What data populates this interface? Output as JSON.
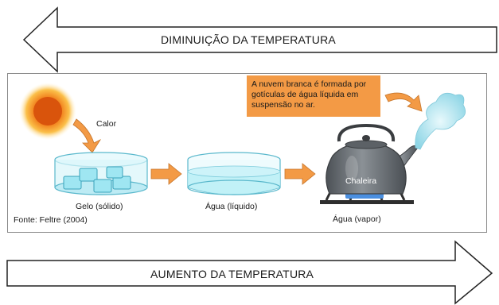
{
  "top_arrow": {
    "label": "DIMINUIÇÃO DA TEMPERATURA"
  },
  "bottom_arrow": {
    "label": "AUMENTO DA TEMPERATURA"
  },
  "diagram": {
    "heat_label": "Calor",
    "ice_label": "Gelo (sólido)",
    "water_label": "Água (líquido)",
    "vapor_label": "Água (vapor)",
    "kettle_label": "Chaleira",
    "note_text": "A nuvem branca é formada por gotículas de água líquida em suspensão no ar.",
    "source": "Fonte: Feltre (2004)"
  },
  "colors": {
    "arrow_fill": "#f39a45",
    "note_background": "#f39a45",
    "ice_blue": "#9fe6f2",
    "water_blue": "#b8eef6",
    "kettle_gray": "#6e7378",
    "steam": "#9fdcea",
    "sun_core": "#e8650a"
  }
}
